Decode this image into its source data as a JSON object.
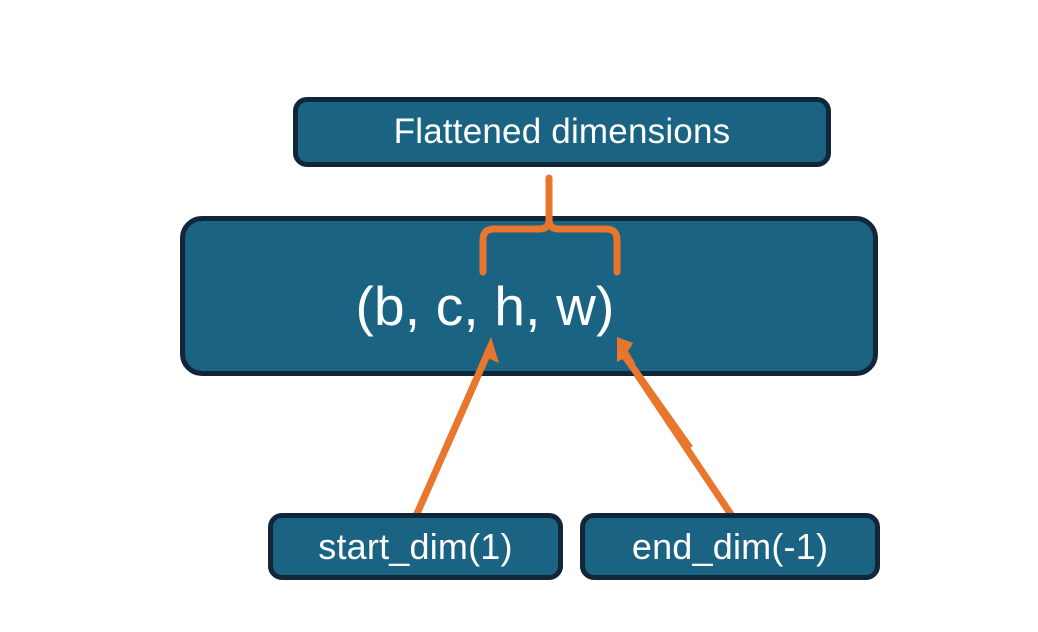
{
  "diagram": {
    "title": "Flatten dimensions diagram",
    "type": "flowchart",
    "background_color": "#ffffff",
    "node_fill_color": "#1b6383",
    "node_border_color": "#12263a",
    "node_text_color": "#ffffff",
    "connector_color": "#e8762c",
    "nodes": [
      {
        "id": "flattened",
        "label": "Flattened dimensions",
        "role": "annotation-top"
      },
      {
        "id": "shape",
        "label": "(b, c, h, w)",
        "role": "tensor-shape"
      },
      {
        "id": "start_dim",
        "label": "start_dim(1)",
        "role": "argument-left"
      },
      {
        "id": "end_dim",
        "label": "end_dim(-1)",
        "role": "argument-right"
      }
    ],
    "connectors": [
      {
        "id": "brace",
        "kind": "curly-brace",
        "from": "shape",
        "to": "flattened",
        "spans": "c through w",
        "color": "#e8762c"
      },
      {
        "id": "arrow-start-dim",
        "kind": "arrow",
        "from": "start_dim",
        "to": "shape",
        "points_at": "c",
        "color": "#e8762c"
      },
      {
        "id": "arrow-end-dim",
        "kind": "arrow",
        "from": "end_dim",
        "to": "shape",
        "points_at": "w",
        "color": "#e8762c"
      }
    ]
  }
}
